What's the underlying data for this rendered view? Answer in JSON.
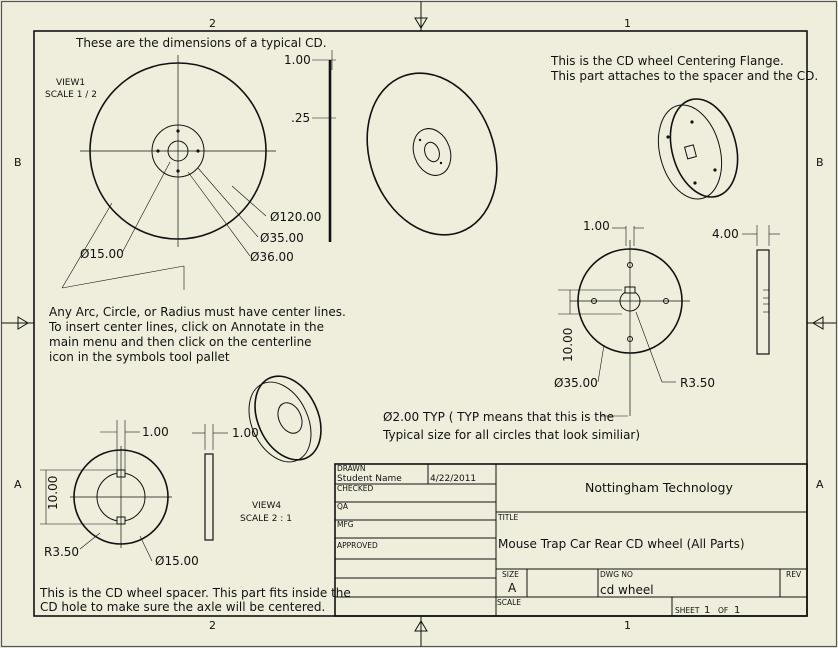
{
  "zones": {
    "top_left": "2",
    "top_right": "1",
    "bottom_left": "2",
    "bottom_right": "1",
    "left_top": "B",
    "left_bottom": "A",
    "right_top": "B",
    "right_bottom": "A"
  },
  "cd_view": {
    "heading": "These are the dimensions of a typical CD.",
    "view_label": "VIEW1",
    "scale_label": "SCALE 1 / 2",
    "dim_outer": "Ø120.00",
    "dim_35": "Ø35.00",
    "dim_36": "Ø36.00",
    "dim_15": "Ø15.00",
    "dim_thickness_top": "1.00",
    "dim_thickness_mid": ".25"
  },
  "center_line_note": [
    "Any Arc, Circle, or Radius must have center lines.",
    "To insert center lines, click on Annotate in the",
    "main menu and then click on the centerline",
    "icon in the symbols tool pallet"
  ],
  "flange_view": {
    "note_line1": "This is the CD wheel Centering Flange.",
    "note_line2": "This part attaches to the spacer and the CD.",
    "dim_top": "1.00",
    "dim_thickness": "4.00",
    "dim_height": "10.00",
    "dim_35": "Ø35.00",
    "dim_radius": "R3.50",
    "typ_line1": "Ø2.00 TYP ( TYP means that this is the",
    "typ_line2": "Typical size for all circles that look similiar)"
  },
  "spacer_view": {
    "dim_top": "1.00",
    "dim_side": "1.00",
    "dim_height": "10.00",
    "dim_radius": "R3.50",
    "dim_15": "Ø15.00",
    "view_label": "VIEW4",
    "scale_label": "SCALE 2 : 1",
    "note_line1": "This is the CD wheel spacer. This part fits inside the",
    "note_line2": "CD hole to make sure the axle will be centered."
  },
  "title_block": {
    "drawn_label": "DRAWN",
    "drawn_name": "Student Name",
    "drawn_date": "4/22/2011",
    "checked_label": "CHECKED",
    "qa_label": "QA",
    "mfg_label": "MFG",
    "approved_label": "APPROVED",
    "company": "Nottingham Technology",
    "title_label": "TITLE",
    "title": "Mouse Trap Car Rear CD wheel (All Parts)",
    "size_label": "SIZE",
    "size_value": "A",
    "dwg_label": "DWG NO",
    "dwg_value": "cd wheel",
    "rev_label": "REV",
    "scale_label": "SCALE",
    "sheet_label": "SHEET",
    "sheet_value": "1",
    "of_label": "OF",
    "of_value": "1"
  }
}
